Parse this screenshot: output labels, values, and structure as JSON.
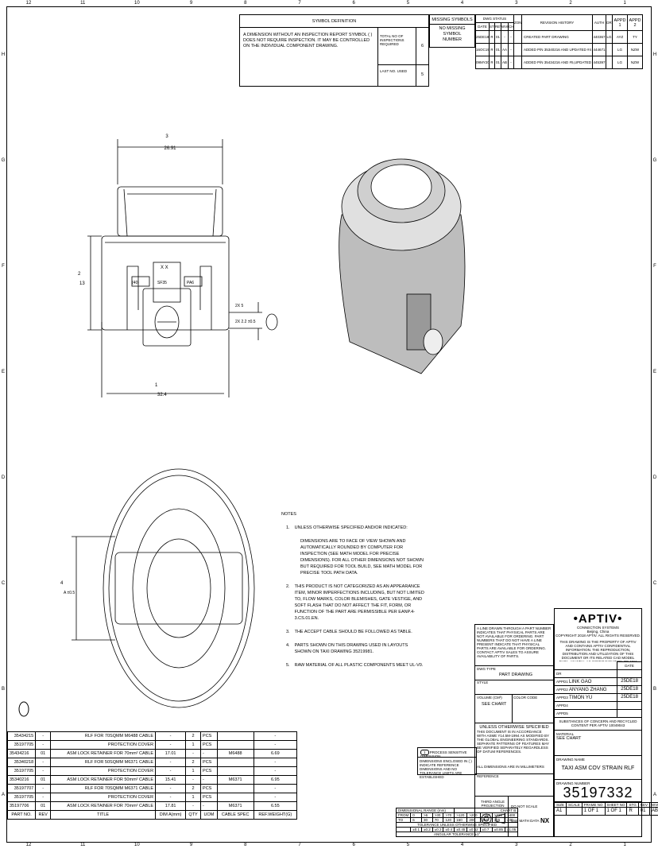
{
  "zones": {
    "columns": [
      "12",
      "11",
      "10",
      "9",
      "8",
      "7",
      "6",
      "5",
      "4",
      "3",
      "2",
      "1"
    ],
    "rows": [
      "H",
      "G",
      "F",
      "E",
      "D",
      "C",
      "B",
      "A"
    ]
  },
  "symbol_definition": {
    "title": "SYMBOL DEFINITION",
    "text": "A DIMENSION WITHOUT AN INSPECTION REPORT SYMBOL ( ) DOES NOT REQUIRE INSPECTION. IT MAY BE CONTROLLED ON THE INDIVIDUAL COMPONENT DRAWING.",
    "total_label": "TOTAL NO OF INSPECTIONS REQUIRED",
    "total_value": "6",
    "last_label": "LAST NO. USED",
    "last_value": "5"
  },
  "missing_symbols": {
    "title": "MISSING SYMBOLS",
    "text": "NO MISSING SYMBOL NUMBER"
  },
  "revision": {
    "group": "DWG STATUS",
    "headers": [
      "DATE",
      "STG",
      "REV",
      "WVP",
      "CHG",
      "ZONE",
      "REVISION HISTORY",
      "AUTH",
      "DR",
      "APPD 1",
      "APPD 2"
    ],
    "rows": [
      [
        "25DE18",
        "R",
        "01",
        "-",
        "-",
        "",
        "CREATED PART DRAWING",
        "440367",
        "LG",
        "AYZ",
        "TY"
      ],
      [
        "16OC19",
        "R",
        "01",
        "AA",
        "-",
        "",
        "ADDED P/N 35340216 AND UPDATED #4",
        "444671",
        "",
        "LG",
        "NZW"
      ],
      [
        "09MY20",
        "R",
        "01",
        "AB",
        "-",
        "",
        "ADDED P/N 35434216 AND #5,UPDATED #4",
        "445397",
        "",
        "LG",
        "NZW"
      ]
    ]
  },
  "views": {
    "front": {
      "dim_top": "26.91",
      "dim_top_id": "3",
      "dim_left": "13",
      "dim_left_id": "2",
      "dim_bottom": "32.4",
      "dim_bottom_id": "1",
      "dim_right": "2X 2.2 ±0.5",
      "dim_right_id": "2X 5",
      "labels": [
        "X X",
        "(40)",
        "SF35",
        "PA6"
      ]
    },
    "bottom": {
      "dim": "A ±0.5",
      "dim_id": "4"
    }
  },
  "notes": {
    "title": "NOTES",
    "items": [
      {
        "num": "1.",
        "text": "UNLESS OTHERWISE SPECIFIED AND/OR INDICATED:"
      },
      {
        "num": "",
        "text": "DIMENSIONS ARE TO FACE OF VIEW SHOWN AND AUTOMATICALLY ROUNDED BY COMPUTER FOR INSPECTION (SEE MATH MODEL FOR PRECISE DIMENSIONS). FOR ALL OTHER DIMENSIONS NOT SHOWN BUT REQUIRED FOR TOOL BUILD, SEE MATH MODEL FOR PRECISE TOOL PATH DATA."
      },
      {
        "num": "2.",
        "text": "THIS PRODUCT IS NOT CATEGORIZED AS AN APPEARANCE ITEM, MINOR IMPERFECTIONS INCLUDING, BUT NOT LIMITED TO, FLOW MARKS, COLOR BLEMISHES, GATE VESTIGE, AND SOFT FLASH THAT DO NOT AFFECT THE FIT, FORM, OR FUNCTION OF THE PART ARE PERMISSIBLE PER EANP.4-3.CS.01.EN."
      },
      {
        "num": "3.",
        "text": "THE ACCEPT CABLE SHOULD BE FOLLOWED AS TABLE."
      },
      {
        "num": "4.",
        "text": "PARTS SHOWN ON THIS DRAWING USED IN LAYOUTS SHOWN ON TAXI DRAWING 35219981."
      },
      {
        "num": "5.",
        "text": "RAW MATERIAL OF ALL PLASTIC COMPONENTS MEET UL-V0."
      }
    ]
  },
  "parts_table": {
    "headers": [
      "PART NO.",
      "REV",
      "TITLE",
      "DIM A(mm)",
      "QTY",
      "UOM",
      "CABLE SPEC",
      "REF.WEIGHT(G)"
    ],
    "rows": [
      [
        "35434215",
        "-",
        "RLF FOR 70SQMM M6488 CABLE",
        "-",
        "2",
        "PCS",
        "",
        "-"
      ],
      [
        "35197705",
        "-",
        "PROTECTION COVER",
        "-",
        "1",
        "PCS",
        "",
        "-"
      ],
      [
        "35434216",
        "01",
        "ASM LOCK RETAINER FOR 70mm² CABLE",
        "17.01",
        "-",
        "-",
        "M6488",
        "6.69"
      ],
      [
        "35340218",
        "-",
        "RLF FOR 50SQMM M6371 CABLE",
        "-",
        "2",
        "PCS",
        "",
        "-"
      ],
      [
        "35197705",
        "-",
        "PROTECTION COVER",
        "-",
        "1",
        "PCS",
        "",
        "-"
      ],
      [
        "35340216",
        "01",
        "ASM LOCK RETAINER FOR 50mm² CABLE",
        "15.41",
        "-",
        "-",
        "M6371",
        "6.95"
      ],
      [
        "35197707",
        "-",
        "RLF FOR 70SQMM M6371 CABLE",
        "-",
        "2",
        "PCS",
        "",
        "-"
      ],
      [
        "35197705",
        "-",
        "PROTECTION COVER",
        "-",
        "1",
        "PCS",
        "",
        "-"
      ],
      [
        "35197706",
        "01",
        "ASM LOCK RETAINER FOR 70mm² CABLE",
        "17.81",
        "-",
        "-",
        "M6371",
        "6.55"
      ]
    ]
  },
  "process": {
    "id": "1",
    "label": "PROCESS SENSITIVE DIMENSION",
    "ref_text": "DIMENSIONS ENCLOSED IN ( ) INDICATE REFERENCE DIMENSIONS AND NO TOLERANCE LIMITS ARE ESTABLISHED"
  },
  "tolerance": {
    "range_label": "DIMENSIONAL RANGE (mm)",
    "chart_label": "CHART B",
    "from_label": "FROM",
    "to_label": "TO",
    "from": [
      "0",
      ">6",
      ">30",
      ">70",
      ">120",
      ">200",
      ">250",
      ">315",
      ">400"
    ],
    "to": [
      "6",
      "30",
      "70",
      "120",
      "160",
      "200",
      "250",
      "315",
      "400"
    ],
    "title": "TOLERANCE UNLESS OTHERWISE SPECIFIED",
    "values": [
      "±0.1",
      "±0.2",
      "±0.3",
      "±0.4",
      "±0.45",
      "±0.52",
      "±0.7",
      "±0.85",
      "±1.05"
    ],
    "angular": "ANGULAR TOLERANCE ±1°"
  },
  "info": {
    "availability": "A LINE DRAWN THROUGH A PART NUMBER INDICATES THAT PHYSICAL PARTS ARE NOT AVAILABLE FOR ORDERING. PART NUMBERS THAT DO NOT HAVE A LINE PRESENT INDICATE THAT PHYSICAL PARTS ARE AVAILABLE FOR ORDERING. CONTACT APTIV SALES TO ASSURE AVAILABILITY OF PARTS.",
    "dwg_type_label": "DWG TYPE",
    "dwg_type": "PART DRAWING",
    "style_label": "STYLE",
    "volume_label": "VOLUME (CM³)",
    "volume": "SEE CHART",
    "color_label": "COLOR CODE",
    "unless": "UNLESS OTHERWISE SPECIFIED",
    "unless_text": "THIS DOCUMENT IS IN ACCORDANCE WITH ASME Y14.5M-1994 AS MODIFIED BY THE GLOBAL ENGINEERING STANDARDS. SEPARATE PATTERNS OF FEATURES MAY BE VERIFIED SEPARATELY REGARDLESS OF DATUM REFERENCES.",
    "units": "ALL DIMENSIONS ARE IN MILLIMETERS",
    "reference_label": "REFERENCE",
    "projection": "THIRD ANGLE PROJECTION",
    "do_not_scale": "DO NOT SCALE",
    "math": "USE MATH DATA",
    "nx": "NX"
  },
  "title_block": {
    "brand": "•APTIV•",
    "division": "CONNECTION SYSTEMS",
    "location": "Beijing, China",
    "copyright": "COPYRIGHT 2018 APTIV. ALL RIGHTS RESERVED.",
    "legal": "THIS DRAWING IS THE PROPERTY OF APTIV AND CONTAINS APTIV CONFIDENTIAL INFORMATION. THE REPRODUCTION, DISTRIBUTION AND UTILIZATION OF THIS DOCUMENT OR ITS RELATED CAD MODEL DATA, AS WELL AS COMMUNICATION OF ANY CONTENT TO OTHERS, WITHOUT EXPRESS AUTHORIZATION, IS PROHIBITED.",
    "date_label": "DATE",
    "signoffs": [
      {
        "role": "DR",
        "name": "",
        "date": ""
      },
      {
        "role": "APPD1",
        "name": "LINK GAO",
        "date": "25DE18"
      },
      {
        "role": "APPD2",
        "name": "ANYANG ZHANG",
        "date": "25DE18"
      },
      {
        "role": "APPD3",
        "name": "TIMON YU",
        "date": "25DE18"
      },
      {
        "role": "APPD4",
        "name": "",
        "date": ""
      },
      {
        "role": "APPD5",
        "name": "",
        "date": ""
      }
    ],
    "substances": "SUBSTANCES OF CONCERN AND RECYCLED CONTENT PER APTIV 10049043",
    "material_label": "MATERIAL",
    "material": "SEE CHART",
    "name_label": "DRAWING NAME",
    "name": "TAXI ASM COV STRAIN RLF",
    "number_label": "DRAWING NUMBER",
    "number": "35197332",
    "footer_labels": [
      "SIZE",
      "SCALE",
      "FRAME NO",
      "SHEET NO",
      "STG",
      "REV",
      "WVP"
    ],
    "footer_values": [
      "A1",
      "",
      "1 OF 1",
      "1 OF 1",
      "R",
      "01",
      "AB"
    ]
  }
}
